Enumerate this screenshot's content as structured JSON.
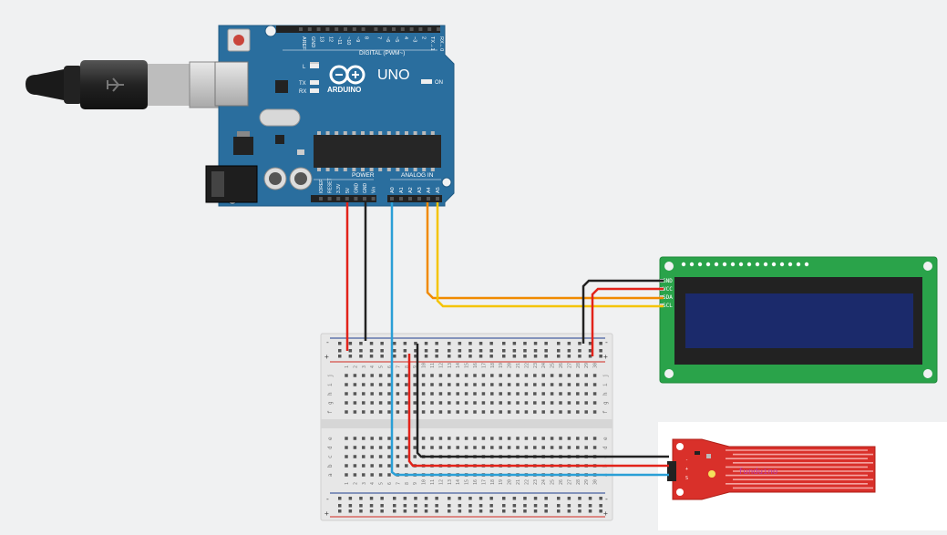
{
  "colors": {
    "background": "#f0f1f2",
    "arduino_board": "#2a6e9e",
    "breadboard": "#e7e7e7",
    "lcd_pcb": "#2aa34a",
    "lcd_screen": "#1b2a6b",
    "sensor_pcb": "#d9302a",
    "wire_red": "#e2231a",
    "wire_black": "#222222",
    "wire_blue": "#2a9fd6",
    "wire_orange": "#f08a00",
    "wire_yellow": "#f5c400"
  },
  "arduino": {
    "brand": "ARDUINO",
    "model": "UNO",
    "digital_label": "DIGITAL (PWM~)",
    "digital_pins": [
      "AREF",
      "GND",
      "13",
      "12",
      "~11",
      "~10",
      "~9",
      "8",
      "7",
      "~6",
      "~5",
      "4",
      "~3",
      "2",
      "TX→1",
      "RX←0"
    ],
    "led_labels": [
      "L",
      "TX",
      "RX"
    ],
    "on_label": "ON",
    "power_label": "POWER",
    "analog_label": "ANALOG IN",
    "power_pins": [
      "IOREF",
      "RESET",
      "3.3V",
      "5V",
      "GND",
      "GND",
      "Vin"
    ],
    "analog_pins": [
      "A0",
      "A1",
      "A2",
      "A3",
      "A4",
      "A5"
    ]
  },
  "lcd": {
    "pins": [
      "GND",
      "VCC",
      "SDA",
      "SCL"
    ]
  },
  "breadboard": {
    "columns": [
      "1",
      "2",
      "3",
      "4",
      "5",
      "6",
      "7",
      "8",
      "9",
      "10",
      "11",
      "12",
      "13",
      "14",
      "15",
      "16",
      "17",
      "18",
      "19",
      "20",
      "21",
      "22",
      "23",
      "24",
      "25",
      "26",
      "27",
      "28",
      "29",
      "30"
    ],
    "rows_top": [
      "j",
      "i",
      "h",
      "g",
      "f"
    ],
    "rows_bottom": [
      "e",
      "d",
      "c",
      "b",
      "a"
    ],
    "rail_minus": "-",
    "rail_plus": "+"
  },
  "sensor": {
    "label": "funduino",
    "pins": [
      "-",
      "+",
      "S"
    ]
  },
  "wires": [
    {
      "id": "5v-to-rail",
      "color": "red"
    },
    {
      "id": "gnd-to-rail",
      "color": "black"
    },
    {
      "id": "a0-to-sensor",
      "color": "blue"
    },
    {
      "id": "a4-to-sda",
      "color": "orange"
    },
    {
      "id": "a5-to-scl",
      "color": "yellow"
    },
    {
      "id": "lcd-gnd-to-rail",
      "color": "black"
    },
    {
      "id": "lcd-vcc-to-rail",
      "color": "red"
    },
    {
      "id": "sensor-vcc",
      "color": "red"
    },
    {
      "id": "sensor-gnd",
      "color": "black"
    }
  ]
}
